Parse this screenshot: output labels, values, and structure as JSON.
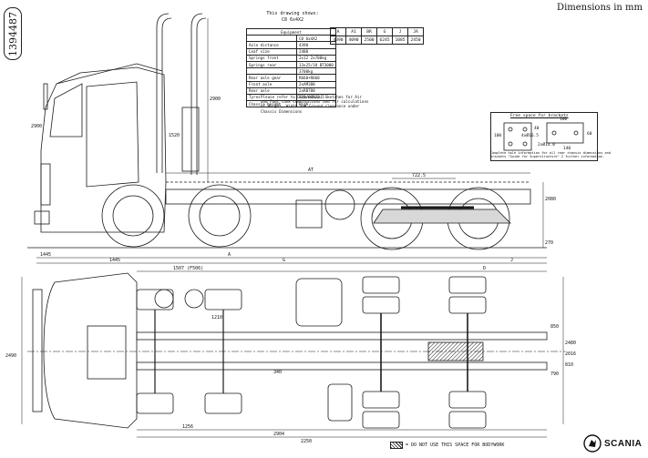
{
  "drawing_number": "1394487",
  "units_label": "Dimensions in mm",
  "title_block": {
    "line1": "This drawing shows:",
    "line2": "C8 6x4X2"
  },
  "spec_table": {
    "header": "Equipment",
    "rows": [
      {
        "label": "",
        "value": "C8 6x4X2"
      },
      {
        "label": "Axle distance",
        "value": "4390"
      },
      {
        "label": "Leaf size",
        "value": "2400"
      },
      {
        "label": "Springs front",
        "value": "2x12 2x700kg"
      },
      {
        "label": "Springs rear",
        "value": "13x25/18 BT3000"
      },
      {
        "label": "",
        "value": "3700kg"
      },
      {
        "label": "Rear axle gear",
        "value": "R660+R660"
      },
      {
        "label": "Front axle",
        "value": "2xAM380"
      },
      {
        "label": "Rear axle",
        "value": "2xRB780"
      },
      {
        "label": "Tyres",
        "value": "315/80R22.5"
      },
      {
        "label": "Chassis height",
        "value": "High"
      }
    ]
  },
  "dim_table": {
    "headers": [
      "A",
      "A1",
      "BR",
      "G",
      "J",
      "JA"
    ],
    "values": [
      "4390",
      "4090",
      "2500",
      "6245",
      "1085",
      "2450"
    ]
  },
  "note_text": "Please refer to Dimensional Sketches for Air and Fuel tank combinations and for calculations of Height, Width and Ground clearance under Chassis Dimensions",
  "frame_box_title": "Free space for brackets",
  "frame_note": "Complete hole information for all rear chassis dimensions and brackets \"Guide for Superstructure\" 2 further information.",
  "legend_text": "= DO NOT USE THIS SPACE FOR BODYWORK",
  "brand": "SCANIA",
  "side_view_dims": {
    "top_length": "AT",
    "d1": "722.5",
    "rear_overhang": "2080",
    "overall": "1445",
    "front_overhang": "1445",
    "front": "A",
    "g": "G",
    "j": "J",
    "h1": "2900",
    "h2": "1520",
    "cab_height": "2900",
    "ground": "270"
  },
  "plan_view_dims": {
    "ref1": "1507 (F506)",
    "ref2": "D",
    "bottom1": "1256",
    "bottom2": "2904",
    "bottom3": "2250",
    "width_left": "2490",
    "w1": "2480",
    "w2": "2016",
    "w3": "810",
    "w4": "790",
    "w5": "850",
    "bumper": "1210",
    "dia": "340"
  },
  "frame_detail_dims": {
    "h": "100",
    "hole_label1": "4xØ16.5",
    "hole_label2": "2xØ14.0",
    "w": "140",
    "w2": "160",
    "dim1": "40",
    "dim2": "60"
  }
}
